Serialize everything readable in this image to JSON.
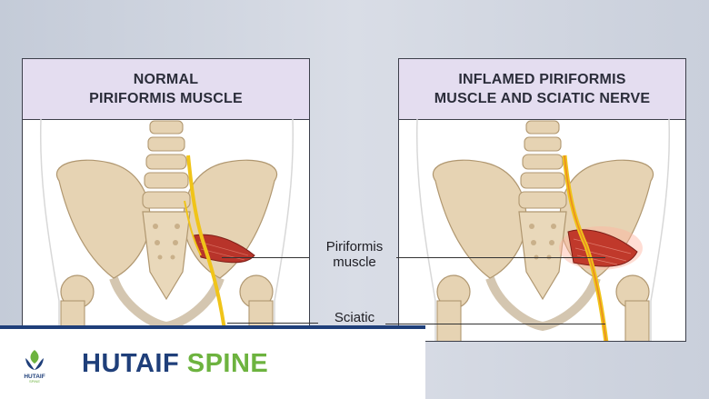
{
  "panels": {
    "left": {
      "title_line1": "NORMAL",
      "title_line2": "PIRIFORMIS MUSCLE"
    },
    "right": {
      "title_line1": "INFLAMED PIRIFORMIS",
      "title_line2": "MUSCLE AND SCIATIC NERVE"
    }
  },
  "labels": {
    "piriformis_line1": "Piriformis",
    "piriformis_line2": "muscle",
    "sciatic": "Sciatic"
  },
  "brand": {
    "name_part1": "HUTAIF",
    "name_part2": "SPINE",
    "logo_text": "HUTAIF",
    "colors": {
      "navy": "#1f3f7a",
      "green": "#6db33f"
    }
  },
  "colors": {
    "bone": "#e6d3b3",
    "muscle": "#b8342a",
    "nerve": "#f0c419",
    "header": "#e4ddf0"
  }
}
